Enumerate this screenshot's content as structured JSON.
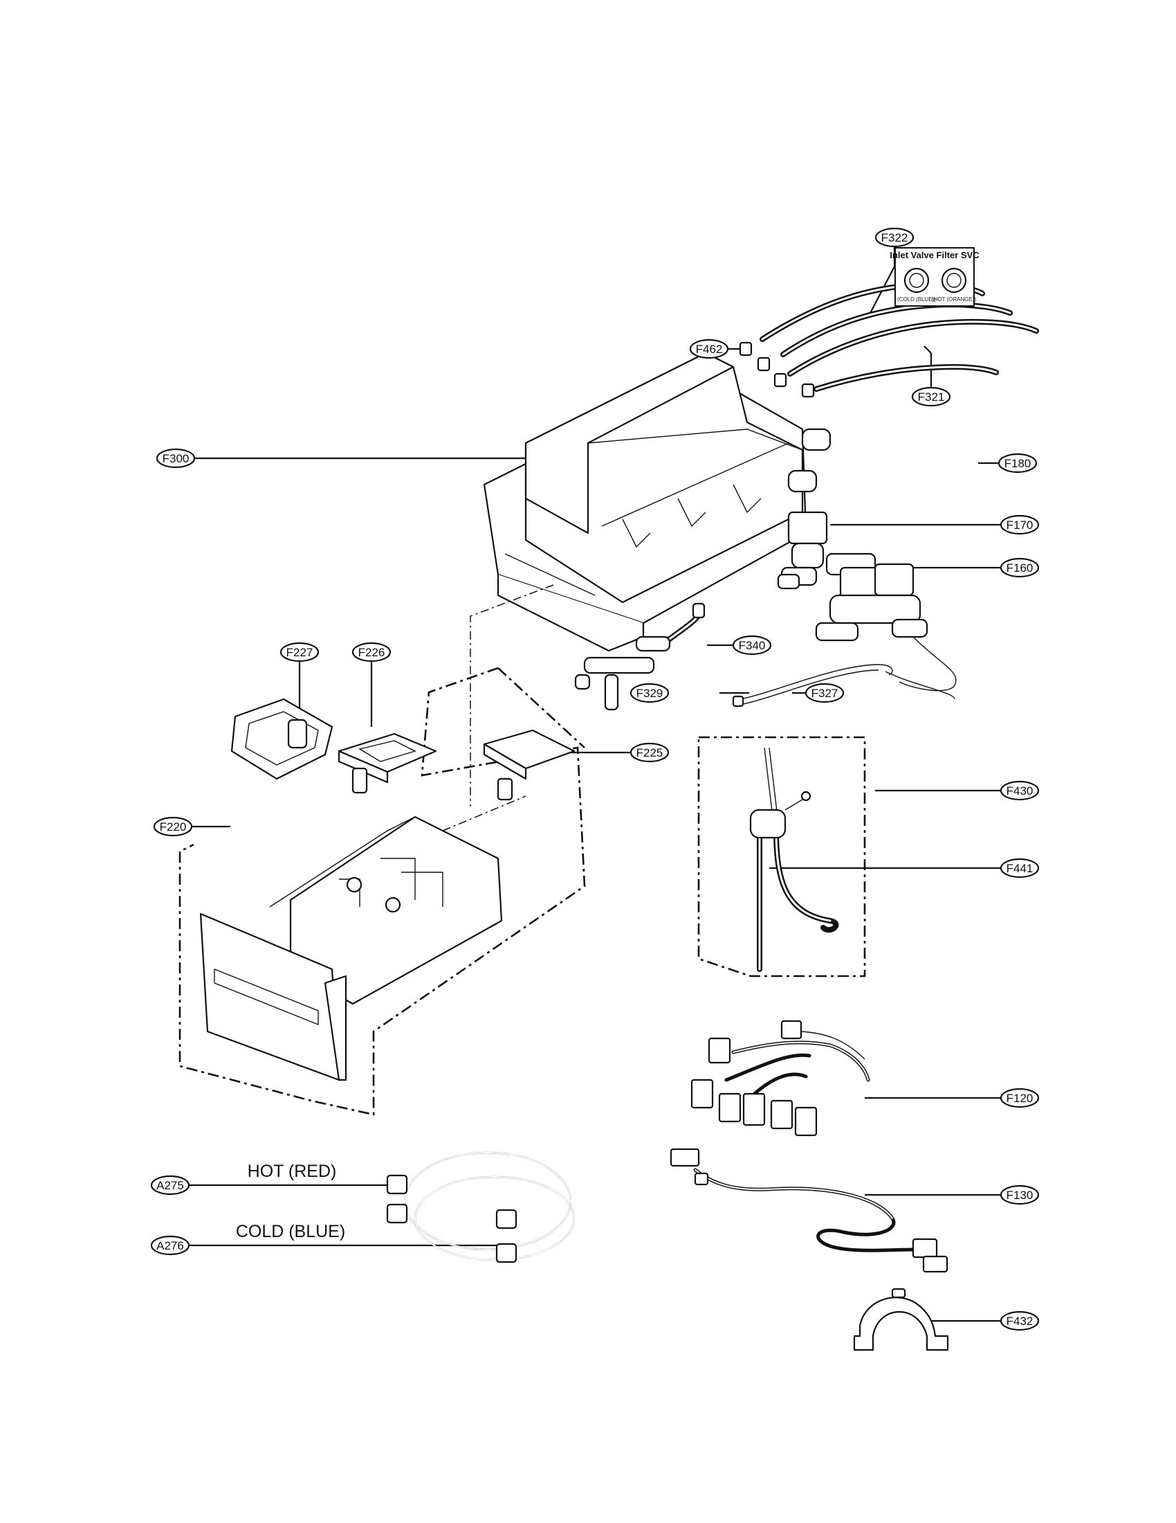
{
  "callouts": [
    {
      "id": "f322",
      "label": "F322"
    },
    {
      "id": "f462",
      "label": "F462"
    },
    {
      "id": "f321",
      "label": "F321"
    },
    {
      "id": "f300",
      "label": "F300"
    },
    {
      "id": "f180",
      "label": "F180"
    },
    {
      "id": "f170",
      "label": "F170"
    },
    {
      "id": "f160",
      "label": "F160"
    },
    {
      "id": "f340",
      "label": "F340"
    },
    {
      "id": "f227",
      "label": "F227"
    },
    {
      "id": "f226",
      "label": "F226"
    },
    {
      "id": "f329",
      "label": "F329"
    },
    {
      "id": "f327",
      "label": "F327"
    },
    {
      "id": "f225",
      "label": "F225"
    },
    {
      "id": "f430",
      "label": "F430"
    },
    {
      "id": "f220",
      "label": "F220"
    },
    {
      "id": "f441",
      "label": "F441"
    },
    {
      "id": "f120",
      "label": "F120"
    },
    {
      "id": "a275",
      "label": "A275"
    },
    {
      "id": "f130",
      "label": "F130"
    },
    {
      "id": "a276",
      "label": "A276"
    },
    {
      "id": "f432",
      "label": "F432"
    }
  ],
  "inset": {
    "title": "Inlet Valve Filter SVC",
    "left_caption": "(COLD (BLUE))",
    "right_caption": "(HOT (ORANGE))"
  },
  "hose_labels": {
    "hot": "HOT (RED)",
    "cold": "COLD (BLUE)"
  }
}
